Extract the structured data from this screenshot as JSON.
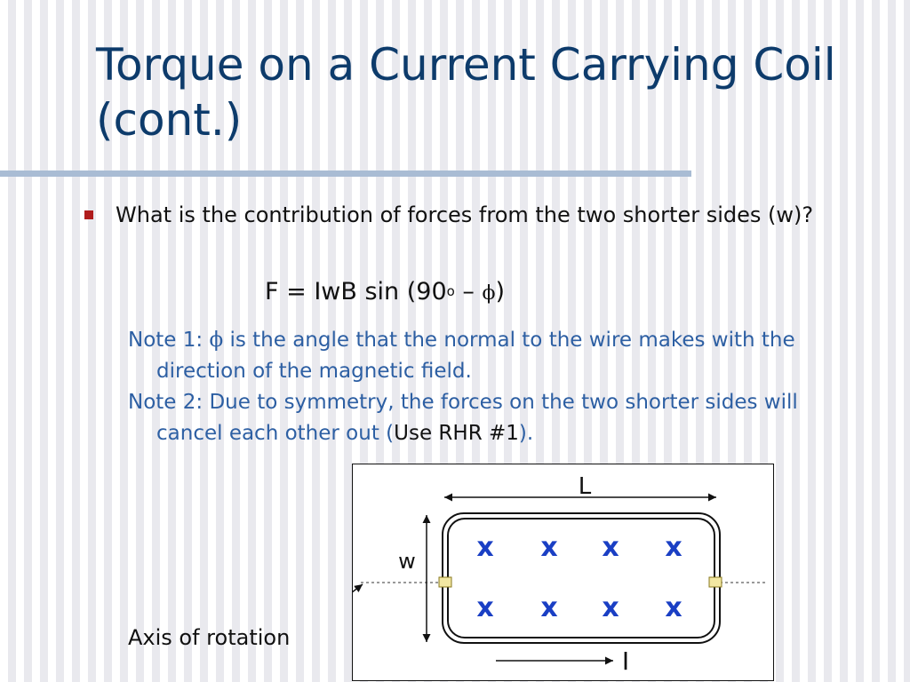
{
  "slide": {
    "title": "Torque on a Current Carrying Coil (cont.)",
    "bullet": "What is the contribution of forces from the two shorter sides (w)?",
    "formula": {
      "lhs": "F = IwB sin (90",
      "degree": "o",
      "dash": " – ",
      "phi": "ϕ",
      "close": ")"
    },
    "notes": [
      {
        "prefix": "Note 1: ",
        "phi": "ϕ",
        "text": " is the angle that the normal to the wire makes with the direction of the magnetic field."
      },
      {
        "text": "Note 2: Due to symmetry, the forces on the two shorter sides will cancel each other out (",
        "link": "Use RHR #1",
        "suffix": ")."
      }
    ],
    "colors": {
      "title": "#0d3b6b",
      "notes": "#2d5fa3",
      "bullet": "#b01c1c",
      "field_marks": "#1a3fc4"
    }
  },
  "diagram": {
    "length_label": "L",
    "width_label": "w",
    "current_label": "I",
    "field_symbol": "x",
    "axis_label": "Axis of rotation"
  }
}
